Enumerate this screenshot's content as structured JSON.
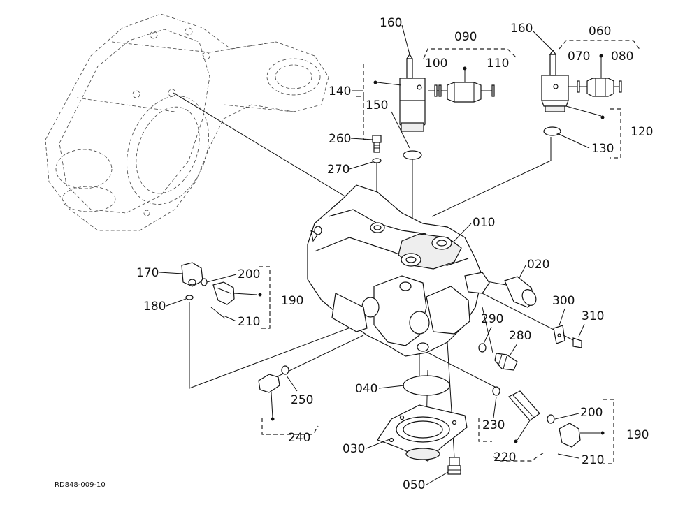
{
  "diagram": {
    "drawing_code": "RD848-009-10",
    "callouts": [
      {
        "id": "c160a",
        "text": "160"
      },
      {
        "id": "c090",
        "text": "090"
      },
      {
        "id": "c160b",
        "text": "160"
      },
      {
        "id": "c060",
        "text": "060"
      },
      {
        "id": "c100",
        "text": "100"
      },
      {
        "id": "c110",
        "text": "110"
      },
      {
        "id": "c070",
        "text": "070"
      },
      {
        "id": "c080",
        "text": "080"
      },
      {
        "id": "c140",
        "text": "140"
      },
      {
        "id": "c150",
        "text": "150"
      },
      {
        "id": "c120",
        "text": "120"
      },
      {
        "id": "c130",
        "text": "130"
      },
      {
        "id": "c260",
        "text": "260"
      },
      {
        "id": "c270",
        "text": "270"
      },
      {
        "id": "c010",
        "text": "010"
      },
      {
        "id": "c020",
        "text": "020"
      },
      {
        "id": "c170",
        "text": "170"
      },
      {
        "id": "c200a",
        "text": "200"
      },
      {
        "id": "c190a",
        "text": "190"
      },
      {
        "id": "c180",
        "text": "180"
      },
      {
        "id": "c210a",
        "text": "210"
      },
      {
        "id": "c300",
        "text": "300"
      },
      {
        "id": "c310",
        "text": "310"
      },
      {
        "id": "c290",
        "text": "290"
      },
      {
        "id": "c280",
        "text": "280"
      },
      {
        "id": "c040",
        "text": "040"
      },
      {
        "id": "c250",
        "text": "250"
      },
      {
        "id": "c240",
        "text": "240"
      },
      {
        "id": "c200b",
        "text": "200"
      },
      {
        "id": "c190b",
        "text": "190"
      },
      {
        "id": "c230",
        "text": "230"
      },
      {
        "id": "c030",
        "text": "030"
      },
      {
        "id": "c220",
        "text": "220"
      },
      {
        "id": "c210b",
        "text": "210"
      },
      {
        "id": "c050",
        "text": "050"
      }
    ]
  }
}
